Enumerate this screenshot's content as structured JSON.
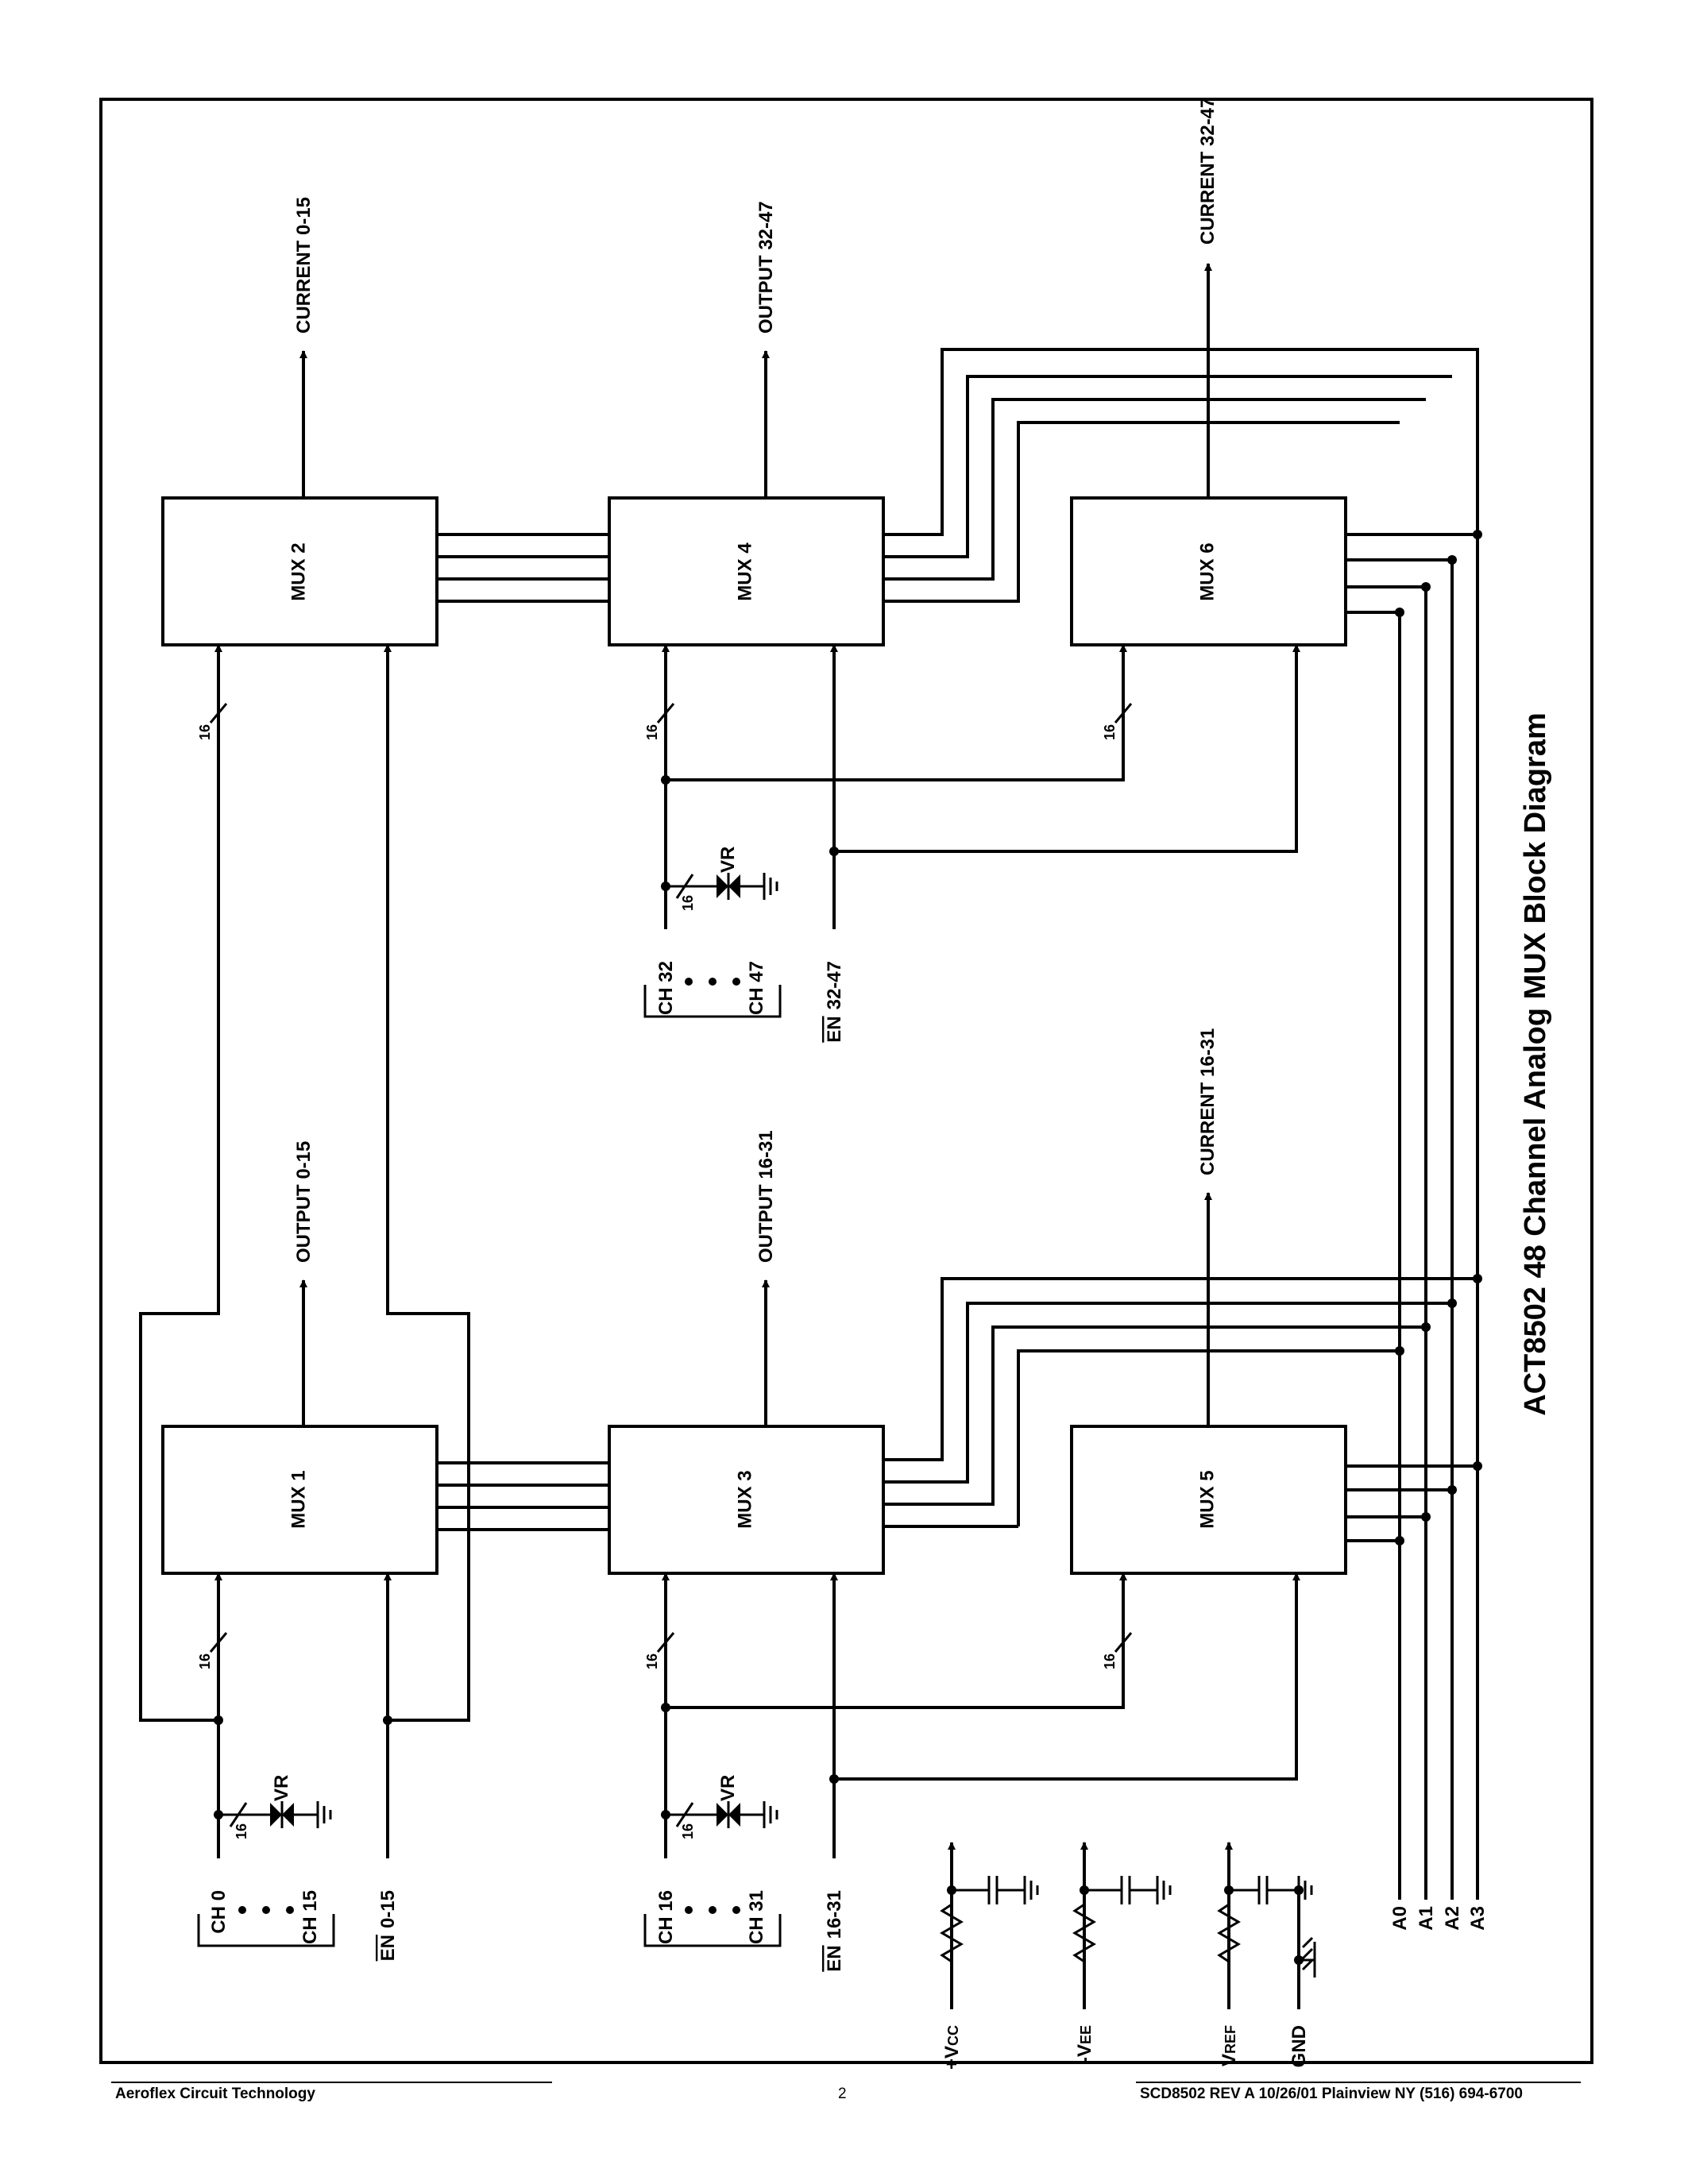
{
  "title": "ACT8502 48 Channel Analog MUX Block Diagram",
  "mux_labels": {
    "mux1": "MUX 1",
    "mux2": "MUX 2",
    "mux3": "MUX 3",
    "mux4": "MUX 4",
    "mux5": "MUX 5",
    "mux6": "MUX 6"
  },
  "outputs": {
    "current_0_15": "CURRENT 0-15",
    "output_0_15": "OUTPUT 0-15",
    "output_16_31": "OUTPUT 16-31",
    "output_32_47": "OUTPUT 32-47",
    "current_16_31": "CURRENT 16-31",
    "current_32_47": "CURRENT 32-47"
  },
  "inputs": {
    "ch0": "CH 0",
    "ch15": "CH 15",
    "ch16": "CH 16",
    "ch31": "CH 31",
    "ch32": "CH 32",
    "ch47": "CH 47",
    "en_bar": "EN",
    "en_0_15": "0-15",
    "en_16_31": "16-31",
    "en_32_47": "32-47",
    "vr": "VR",
    "bus_width": "16"
  },
  "address": [
    "A0",
    "A1",
    "A2",
    "A3"
  ],
  "power": {
    "vcc_sign": "+V",
    "vcc_sub": "CC",
    "vee_sign": "-V",
    "vee_sub": "EE",
    "vref_v": "V",
    "vref_sub": "REF",
    "gnd": "GND"
  },
  "footer": {
    "company": "Aeroflex Circuit Technology",
    "page": "2",
    "doc": "SCD8502 REV A  10/26/01   Plainview NY (516) 694-6700"
  }
}
